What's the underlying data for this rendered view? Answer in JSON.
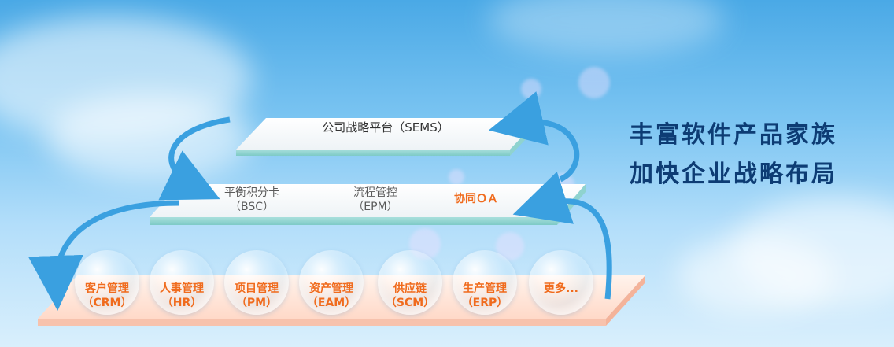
{
  "headline": {
    "line1": "丰富软件产品家族",
    "line2": "加快企业战略布局"
  },
  "top_platform": {
    "label": "公司战略平台（SEMS）"
  },
  "middle_platform": {
    "items": [
      {
        "line1": "平衡积分卡",
        "line2": "（BSC）"
      },
      {
        "line1": "流程管控",
        "line2": "（EPM）"
      },
      {
        "line1": "协同ＯＡ",
        "line2": ""
      }
    ]
  },
  "bottom_platform": {
    "items": [
      {
        "line1": "客户管理",
        "line2": "（CRM）"
      },
      {
        "line1": "人事管理",
        "line2": "（HR）"
      },
      {
        "line1": "项目管理",
        "line2": "（PM）"
      },
      {
        "line1": "资产管理",
        "line2": "（EAM）"
      },
      {
        "line1": "供应链",
        "line2": "（SCM）"
      },
      {
        "line1": "生产管理",
        "line2": "（ERP）"
      },
      {
        "line1": "更多...",
        "line2": ""
      }
    ]
  },
  "colors": {
    "headline": "#0d3c74",
    "accent_orange": "#f06b1d",
    "arrow_blue": "#3aa0e0"
  }
}
